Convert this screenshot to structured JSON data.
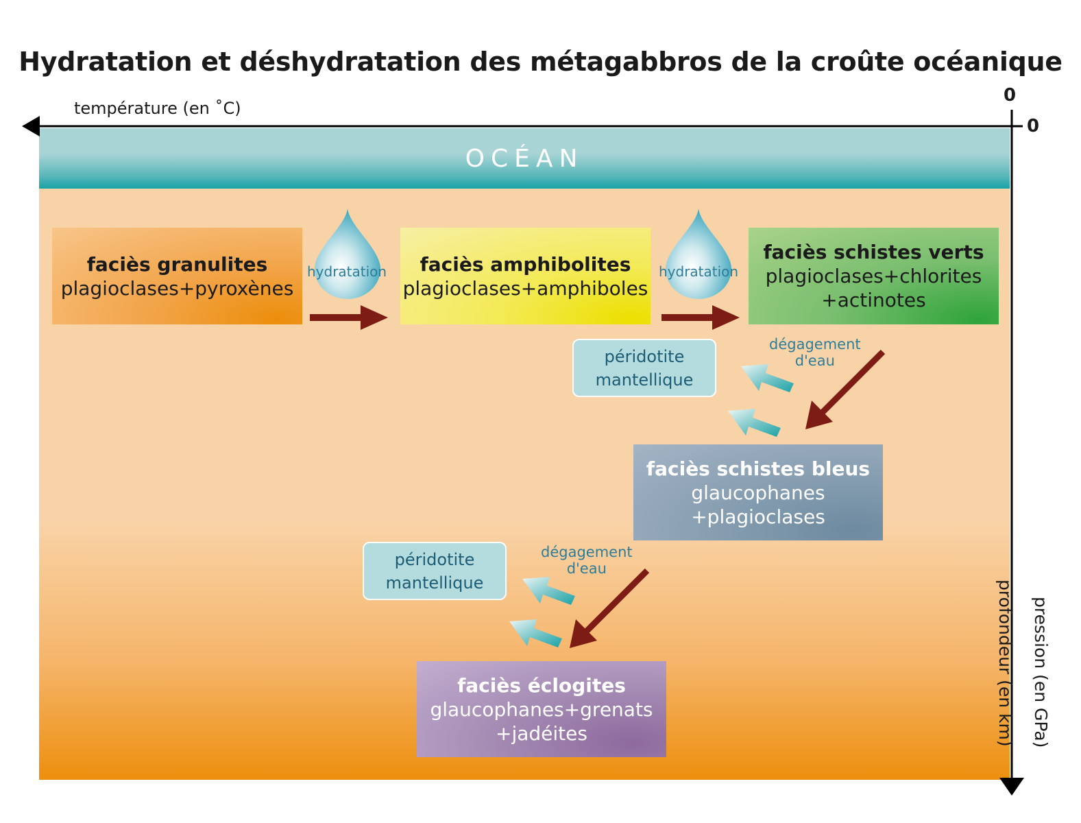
{
  "title": "Hydratation et déshydratation des métagabbros de la croûte océanique",
  "axes": {
    "temperature_label": "température (en ˚C)",
    "temperature_zero": "0",
    "pressure_zero": "0",
    "depth_label": "profondeur (en km)",
    "pressure_label": "pression (en GPa)"
  },
  "ocean_label": "OCÉAN",
  "facies": {
    "granulites": {
      "name": "faciès granulites",
      "minerals": [
        "plagioclases+pyroxènes"
      ]
    },
    "amphibolites": {
      "name": "faciès amphibolites",
      "minerals": [
        "plagioclases+amphiboles"
      ]
    },
    "schistes_verts": {
      "name": "faciès schistes verts",
      "minerals": [
        "plagioclases+chlorites",
        "+actinotes"
      ]
    },
    "schistes_bleus": {
      "name": "faciès schistes bleus",
      "minerals": [
        "glaucophanes",
        "+plagioclases"
      ]
    },
    "eclogites": {
      "name": "faciès éclogites",
      "minerals": [
        "glaucophanes+grenats",
        "+jadéites"
      ]
    }
  },
  "hydration_label": "hydratation",
  "water_release_label": [
    "dégagement",
    "d'eau"
  ],
  "peridotite_label": [
    "péridotite",
    "mantellique"
  ],
  "colors": {
    "ocean": "#1aa3a6",
    "zone_top": "#f9d3a8",
    "zone_bottom": "#ed8f0e",
    "transition_arrow": "#7d1c14",
    "water_arrow": "#1aa3a6",
    "label_blue": "#2d7d98"
  }
}
